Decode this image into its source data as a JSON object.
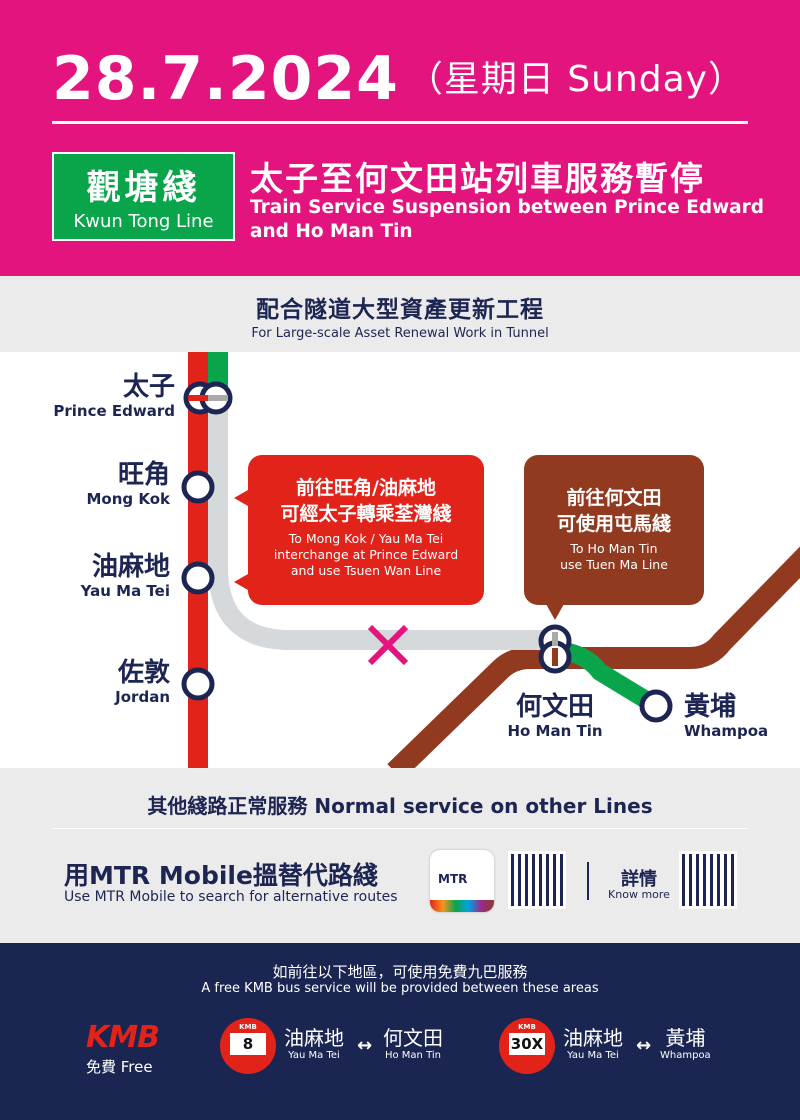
{
  "header": {
    "date": "28.7.2024",
    "weekday": "（星期日 Sunday）",
    "line_zh": "觀塘綫",
    "line_en": "Kwun Tong Line",
    "title_zh": "太子至何文田站列車服務暫停",
    "title_en": "Train Service Suspension between Prince Edward and Ho Man Tin"
  },
  "reason": {
    "zh": "配合隧道大型資產更新工程",
    "en": "For Large-scale Asset Renewal Work in Tunnel"
  },
  "map": {
    "stations": [
      {
        "zh": "太子",
        "en": "Prince Edward"
      },
      {
        "zh": "旺角",
        "en": "Mong Kok"
      },
      {
        "zh": "油麻地",
        "en": "Yau Ma Tei"
      },
      {
        "zh": "佐敦",
        "en": "Jordan"
      },
      {
        "zh": "何文田",
        "en": "Ho Man Tin"
      },
      {
        "zh": "黃埔",
        "en": "Whampoa"
      }
    ],
    "callout_left": {
      "zh1": "前往旺角/油麻地",
      "zh2": "可經太子轉乘荃灣綫",
      "en1": "To Mong Kok / Yau Ma Tei",
      "en2": "interchange at Prince Edward",
      "en3": "and use Tsuen Wan Line"
    },
    "callout_right": {
      "zh1": "前往何文田",
      "zh2": "可使用屯馬綫",
      "en1": "To Ho Man Tin",
      "en2": "use Tuen Ma Line"
    },
    "colors": {
      "tsuen_wan": "#e2231a",
      "kwun_tong": "#0aa54b",
      "tuen_ma": "#923a1f",
      "suspended": "#d5d9db",
      "cross": "#e4147f"
    }
  },
  "normal": {
    "text": "其他綫路正常服務 Normal service on other Lines"
  },
  "app": {
    "zh": "用MTR Mobile搵替代路綫",
    "en": "Use MTR Mobile to search for alternative routes",
    "icon_label": "MTR",
    "more_zh": "詳情",
    "more_en": "Know more"
  },
  "footer": {
    "zh": "如前往以下地區，可使用免費九巴服務",
    "en": "A free KMB bus service will be provided between these areas",
    "kmb": "KMB",
    "free": "免費 Free",
    "routes": [
      {
        "route": "8",
        "from_zh": "油麻地",
        "from_en": "Yau Ma Tei",
        "to_zh": "何文田",
        "to_en": "Ho Man Tin"
      },
      {
        "route": "30X",
        "from_zh": "油麻地",
        "from_en": "Yau Ma Tei",
        "to_zh": "黃埔",
        "to_en": "Whampoa"
      }
    ],
    "badge": "KMB",
    "arrow": "↔"
  }
}
